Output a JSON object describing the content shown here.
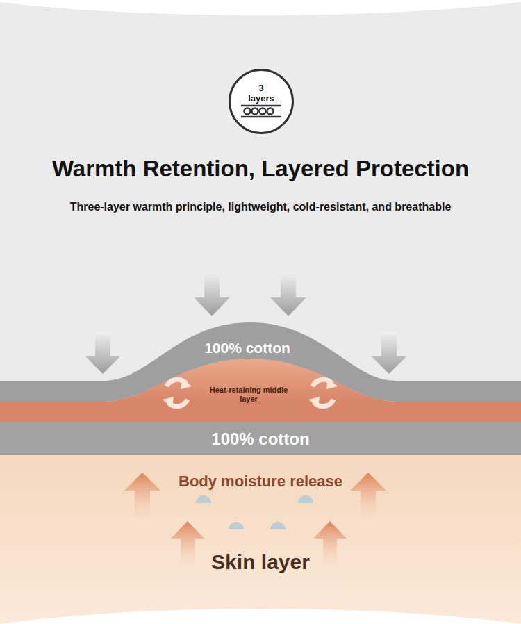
{
  "diagram": {
    "title": "Warmth Retention, Layered Protection",
    "nodes": [
      {
        "text": [
          "3 layers"
        ]
      },
      {
        "text": [
          "100% cotton"
        ]
      },
      {
        "text": [
          "Heat-retaining middle layer"
        ]
      },
      {
        "text": [
          "100% cotton"
        ]
      },
      {
        "text": [
          "Body moisture release",
          "Skin layer"
        ]
      }
    ],
    "labels": [
      "Three-layer warmth principle, lightweight, cold-resistant, and breathable"
    ]
  }
}
